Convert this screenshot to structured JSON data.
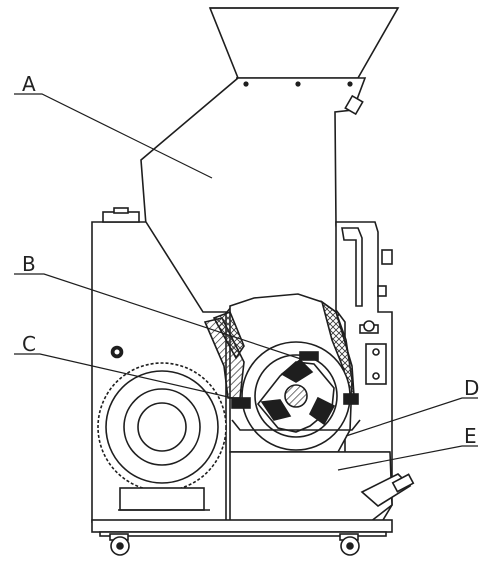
{
  "labels": {
    "A": "A",
    "B": "B",
    "C": "C",
    "D": "D",
    "E": "E"
  },
  "colors": {
    "line": "#1e1e1e",
    "hatch": "#333333",
    "background": "#ffffff"
  }
}
